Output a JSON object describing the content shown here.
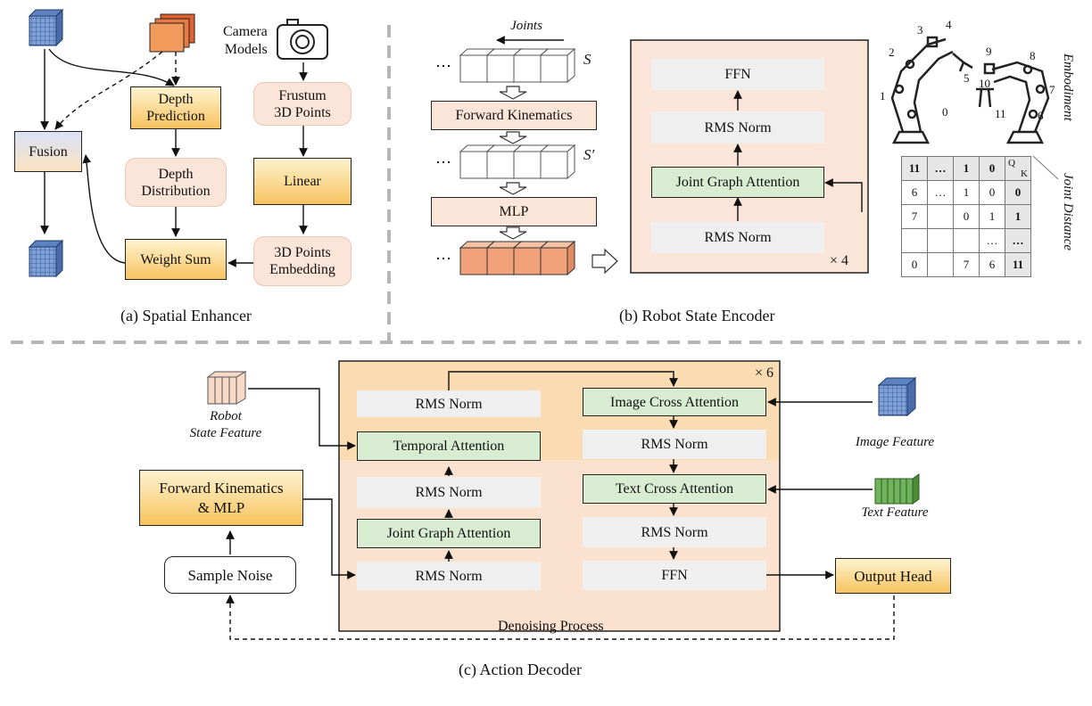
{
  "spatial": {
    "camera_models": "Camera\nModels",
    "depth_prediction": "Depth\nPrediction",
    "fusion": "Fusion",
    "depth_distribution": "Depth\nDistribution",
    "weight_sum": "Weight Sum",
    "frustum": "Frustum\n3D Points",
    "linear": "Linear",
    "points_embedding": "3D Points\nEmbedding",
    "caption": "(a) Spatial Enhancer"
  },
  "encoder": {
    "joints": "Joints",
    "s_label": "S",
    "s_prime_label": "S′",
    "forward_kinematics": "Forward Kinematics",
    "mlp": "MLP",
    "ffn": "FFN",
    "rms_norm_top": "RMS Norm",
    "joint_graph_attention": "Joint Graph Attention",
    "rms_norm_bottom": "RMS Norm",
    "repeat": "× 4",
    "embodiment": "Embodiment",
    "joint_distance": "Joint Distance",
    "caption": "(b) Robot State Encoder",
    "joint_numbers": [
      "0",
      "1",
      "2",
      "3",
      "4",
      "5",
      "6",
      "7",
      "8",
      "9",
      "10",
      "11"
    ],
    "table": {
      "corner_q": "Q",
      "corner_k": "K",
      "header": [
        "11",
        "…",
        "1",
        "0"
      ],
      "rows": [
        {
          "cells": [
            "6",
            "…",
            "1",
            "0"
          ],
          "key": "0"
        },
        {
          "cells": [
            "7",
            "",
            "0",
            "1"
          ],
          "key": "1"
        },
        {
          "cells": [
            "",
            "",
            "",
            "…"
          ],
          "key": "…"
        },
        {
          "cells": [
            "0",
            "",
            "7",
            "6"
          ],
          "key": "11"
        }
      ]
    }
  },
  "decoder": {
    "repeat": "× 6",
    "rms_norm_1": "RMS Norm",
    "temporal_attention": "Temporal Attention",
    "rms_norm_2": "RMS Norm",
    "joint_graph_attention": "Joint Graph Attention",
    "rms_norm_3": "RMS Norm",
    "image_cross_attention": "Image Cross Attention",
    "rms_norm_4": "RMS Norm",
    "text_cross_attention": "Text Cross Attention",
    "rms_norm_5": "RMS Norm",
    "ffn": "FFN",
    "robot_state_feature": "Robot\nState Feature",
    "image_feature": "Image Feature",
    "text_feature": "Text Feature",
    "forward_kinematics_mlp": "Forward Kinematics\n& MLP",
    "sample_noise": "Sample Noise",
    "output_head": "Output Head",
    "denoising_process": "Denoising Process",
    "caption": "(c) Action Decoder"
  },
  "colors": {
    "block_yellow": "#f7c35f",
    "block_peach": "#fbe5d9",
    "block_green": "#d7ecd0",
    "block_gray": "#efefef",
    "cube_blue": "#6b8fc9",
    "cube_orange": "#f2a27a",
    "text_feature_green": "#6fb35a"
  }
}
